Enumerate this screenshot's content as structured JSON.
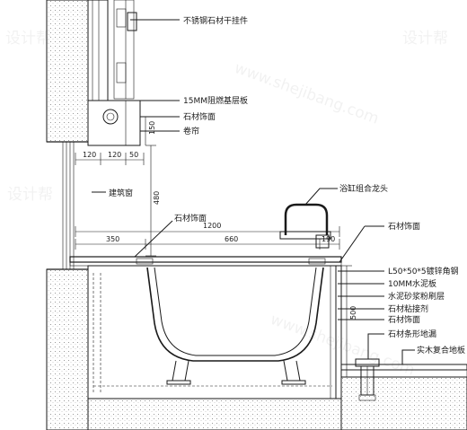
{
  "labels": {
    "hanger": "不锈钢石材干挂件",
    "fireproof": "15MM阻燃基层板",
    "stone_top": "石材饰面",
    "curtain": "卷帘",
    "window": "建筑窗",
    "faucet": "浴缸组合龙头",
    "stone_ledge": "石材饰面",
    "stone_side": "石材饰面",
    "angle_steel": "L50*50*5镀锌角钢",
    "cement_board": "10MM水泥板",
    "mortar": "水泥砂浆粉刷层",
    "adhesive": "石材粘接剂",
    "stone_face": "石材饰面",
    "drain": "石材条形地漏",
    "floor": "实木复合地板"
  },
  "dims": {
    "d120a": "120",
    "d120b": "120",
    "d50": "50",
    "d150": "150",
    "d480": "480",
    "d1200": "1200",
    "d350": "350",
    "d660": "660",
    "d190": "190",
    "d500": "500"
  },
  "watermark": {
    "a": "设计帮",
    "b": "www.shejibang.com",
    "c": "设计帮",
    "d": "设计帮",
    "e": "www.shejibang.com"
  }
}
